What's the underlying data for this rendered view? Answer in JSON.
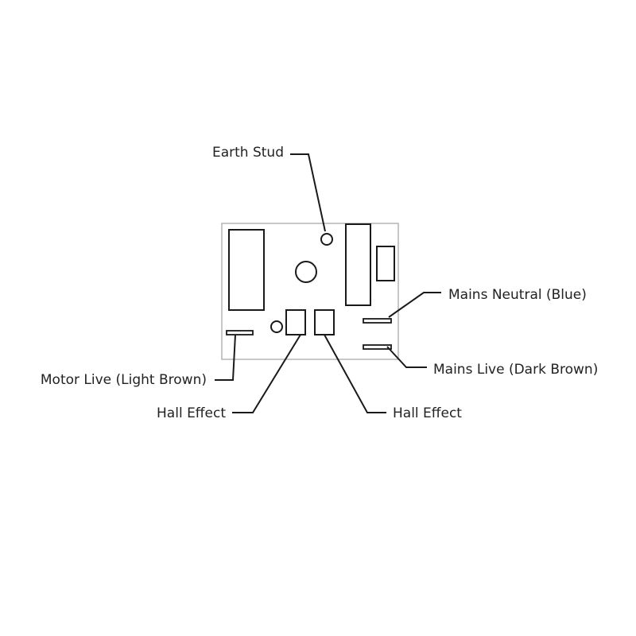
{
  "labels": {
    "earth_stud": "Earth Stud",
    "mains_neutral": "Mains Neutral (Blue)",
    "mains_live": "Mains Live (Dark Brown)",
    "motor_live": "Motor Live (Light Brown)",
    "hall_effect_left": "Hall Effect",
    "hall_effect_right": "Hall Effect"
  },
  "colors": {
    "board_outline": "#a9a9a9",
    "component_stroke": "#1a1a1a",
    "leader_line": "#1a1a1a",
    "text": "#222222"
  }
}
